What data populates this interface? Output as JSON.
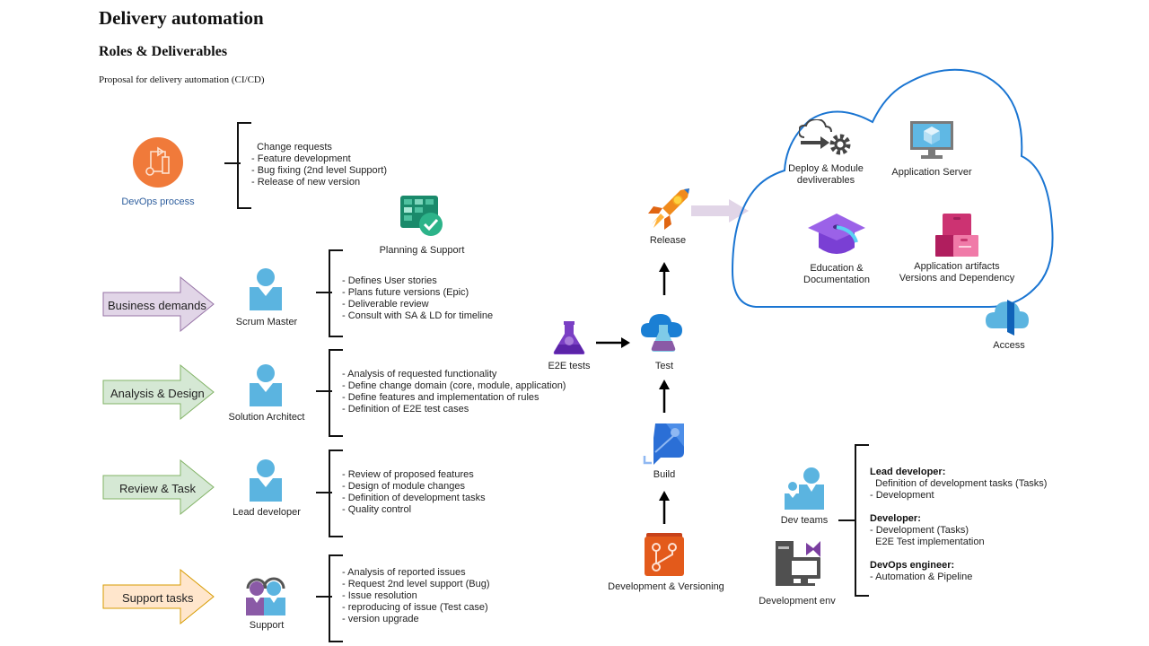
{
  "header": {
    "title": "Delivery automation",
    "subtitle": "Roles & Deliverables",
    "description": "Proposal for delivery automation (CI/CD)"
  },
  "devops": {
    "label": "DevOps process",
    "icon": "devops-process-icon",
    "lines": "  Change requests\n- Feature development\n- Bug fixing (2nd level Support)\n- Release of new version"
  },
  "planning": {
    "label": "Planning & Support",
    "icon": "boards-check-icon"
  },
  "roles": [
    {
      "arrow_label": "Business demands",
      "arrow_color": "#e1d5e7",
      "arrow_border": "#9673a6",
      "role": "Scrum Master",
      "lines": "- Defines User stories\n- Plans future versions (Epic)\n- Deliverable review\n- Consult with SA & LD for timeline"
    },
    {
      "arrow_label": "Analysis & Design",
      "arrow_color": "#d5e8d4",
      "arrow_border": "#82b366",
      "role": "Solution Architect",
      "lines": "- Analysis of requested functionality\n- Define change domain (core, module, application)\n- Define features and implementation of rules\n- Definition of E2E test cases"
    },
    {
      "arrow_label": "Review & Task",
      "arrow_color": "#d5e8d4",
      "arrow_border": "#82b366",
      "role": "Lead developer",
      "lines": "- Review of proposed features\n- Design of module changes\n- Definition of development tasks\n- Quality control"
    },
    {
      "arrow_label": "Support tasks",
      "arrow_color": "#ffe6cc",
      "arrow_border": "#d79b00",
      "role": "Support",
      "lines": "- Analysis of reported issues\n- Request 2nd level support (Bug)\n- Issue resolution\n- reproducing of issue (Test case)\n- version upgrade"
    }
  ],
  "pipeline": {
    "e2e": "E2E tests",
    "test": "Test",
    "release": "Release",
    "build": "Build",
    "dev": "Development & Versioning"
  },
  "cloud": {
    "deploy": "Deploy & Module\ndevliverables",
    "app_server": "Application Server",
    "education": "Education &\nDocumentation",
    "artifacts": "Application artifacts\nVersions and Dependency",
    "access": "Access",
    "stroke": "#1a75d2"
  },
  "devteams": {
    "label": "Dev teams",
    "env_label": "Development env",
    "groups": [
      {
        "title": "Lead developer:",
        "lines": "  Definition of development tasks (Tasks)\n- Development"
      },
      {
        "title": "Developer:",
        "lines": "- Development (Tasks)\n  E2E Test implementation"
      },
      {
        "title": "DevOps engineer:",
        "lines": "- Automation & Pipeline"
      }
    ]
  }
}
